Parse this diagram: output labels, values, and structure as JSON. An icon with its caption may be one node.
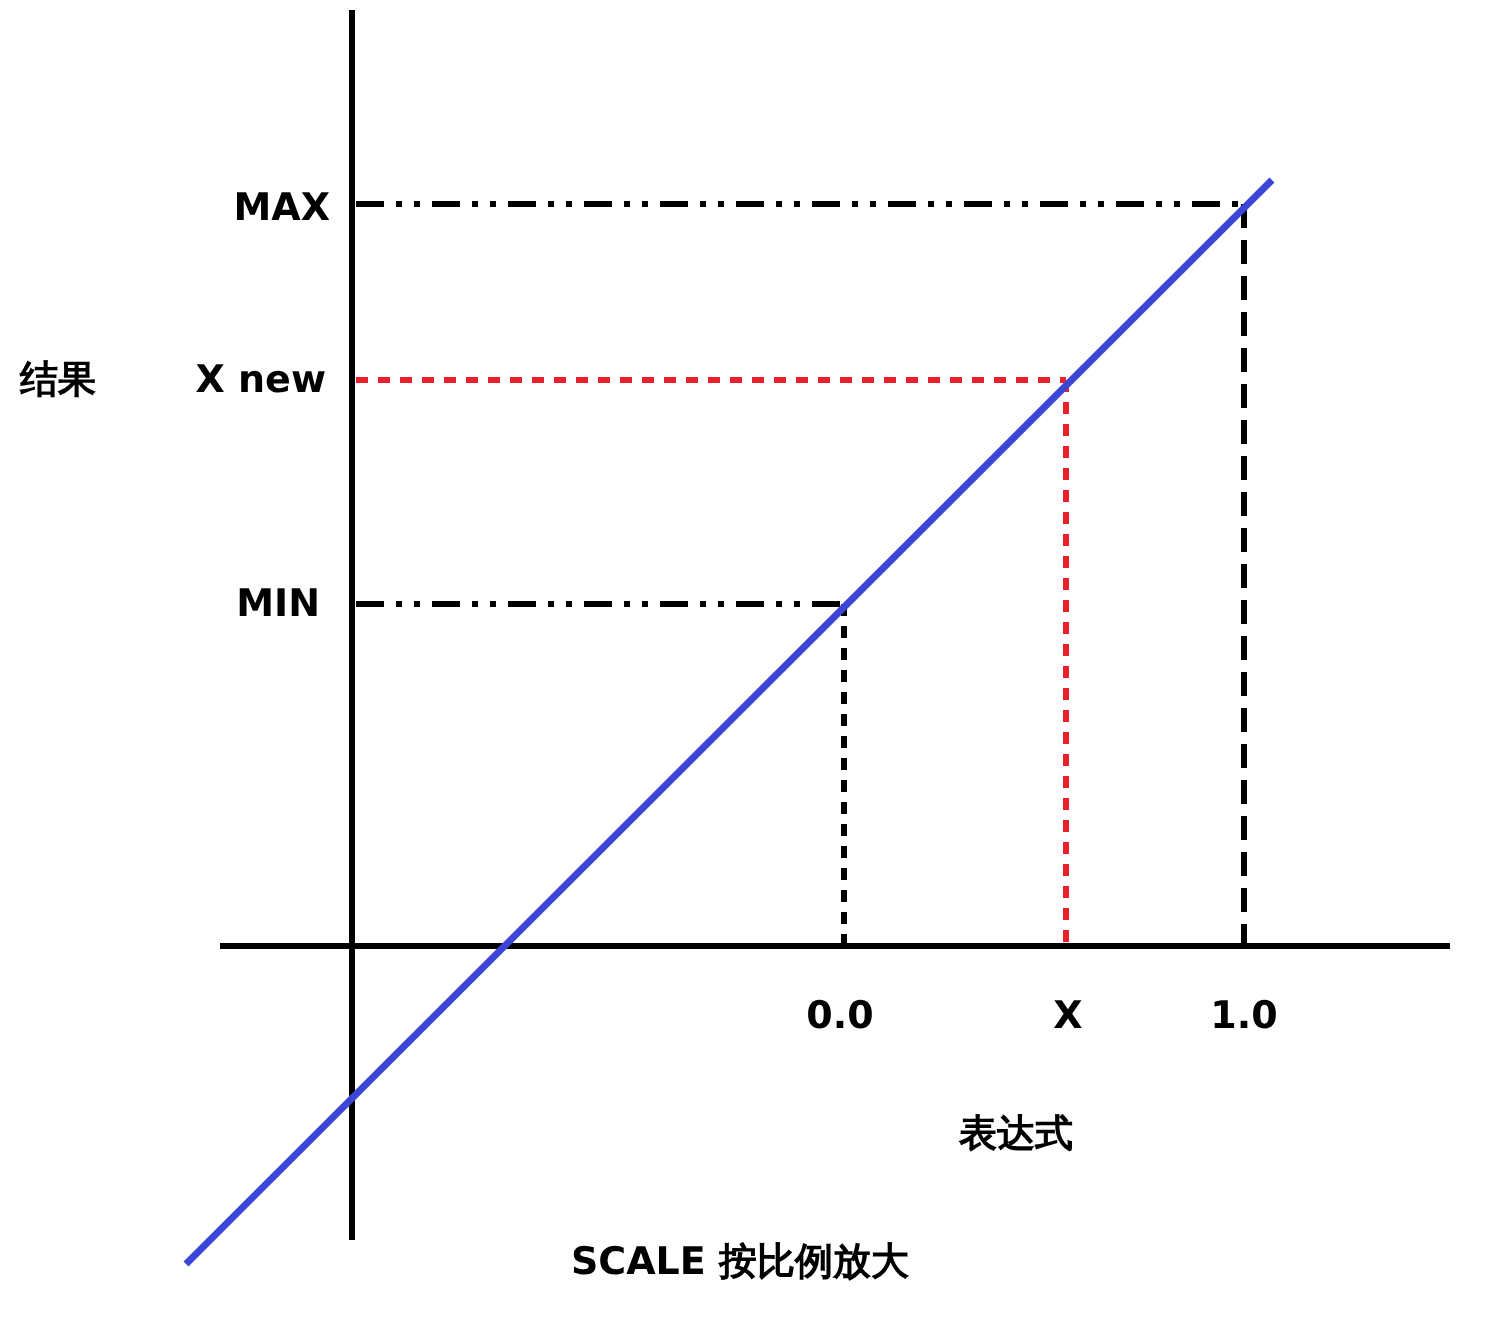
{
  "diagram": {
    "labels": [
      "MAX",
      "结果",
      "X new",
      "MIN",
      "0.0",
      "X",
      "1.0",
      "表达式",
      "SCALE 按比例放大"
    ]
  }
}
